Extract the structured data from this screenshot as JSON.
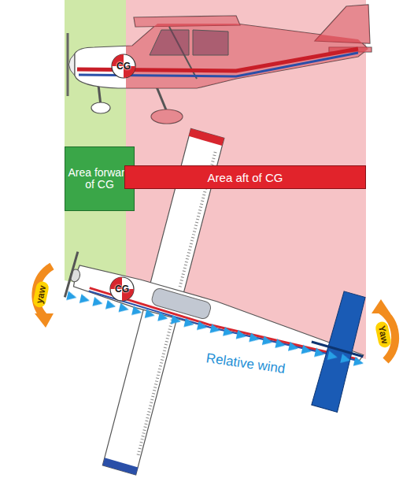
{
  "diagram": {
    "nodes": [
      {
        "text": [
          "CG"
        ]
      },
      {
        "text": [
          "Area forward of CG"
        ]
      },
      {
        "text": [
          "Area aft of CG"
        ]
      },
      {
        "text": [
          "CG"
        ]
      }
    ],
    "labels": [
      "yaw",
      "Relative wind",
      "Yaw"
    ]
  }
}
